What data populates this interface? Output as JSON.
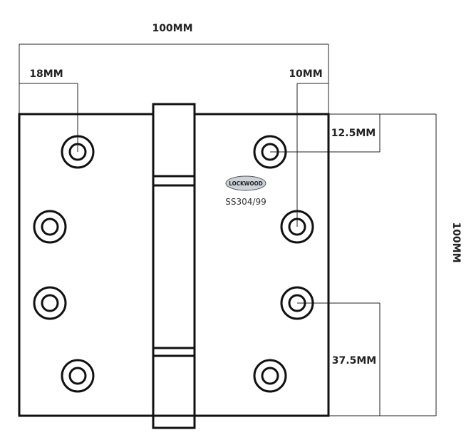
{
  "dimensions": {
    "overall_width": "100MM",
    "overall_height": "100MM",
    "hole_offset_left": "18MM",
    "hole_offset_right": "10MM",
    "hole_offset_top": "12.5MM",
    "hole_spacing_bottom": "37.5MM"
  },
  "marking": {
    "brand": "LOCKWOOD",
    "grade": "SS304/99"
  }
}
